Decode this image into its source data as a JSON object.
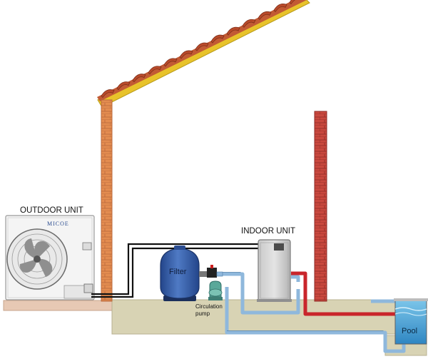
{
  "labels": {
    "outdoor_unit": "OUTDOOR UNIT",
    "indoor_unit": "INDOOR UNIT",
    "filter": "Filter",
    "circulation_pump_line1": "Circulation",
    "circulation_pump_line2": "pump",
    "pool": "Pool",
    "brand": "MICOE"
  },
  "colors": {
    "wall_brick": "#e38c50",
    "chimney_brick": "#c9483e",
    "ground": "#d8d3b4",
    "ground_edge": "#b9b190",
    "filter_tank": "#3c63b0",
    "hot_pipe": "#c9252b",
    "water_pipe": "#8fb8dc",
    "pool_water": "#4aa6d8",
    "roof_beam": "#e8c32a",
    "roof_tile": "#b94b2b"
  }
}
